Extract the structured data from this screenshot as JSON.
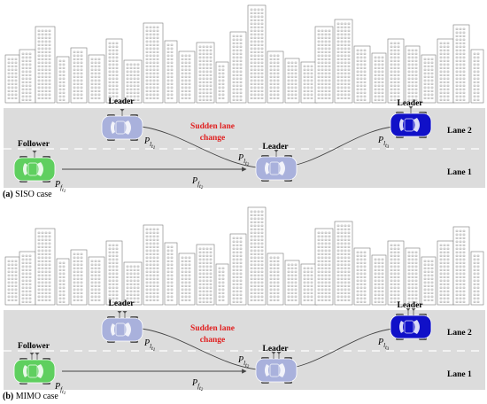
{
  "colors": {
    "road": "#dcdcdc",
    "lane_divider": "#f2f2f2",
    "building": "#7a7a7a",
    "follower_car": "#5fcf5f",
    "leader_faded": "#a9b1dc",
    "leader_active": "#1010c8",
    "highlight_text": "#e02020"
  },
  "panels": [
    {
      "caption_tag": "(a)",
      "caption_text": "SISO case",
      "antennas": 1,
      "labels": {
        "leader_top": "Leader",
        "leader_mid": "Leader",
        "leader_right": "Leader",
        "follower": "Follower",
        "sudden_line1": "Sudden lane",
        "sudden_line2": "change",
        "lane2": "Lane 2",
        "lane1": "Lane 1"
      }
    },
    {
      "caption_tag": "(b)",
      "caption_text": "MIMO case",
      "antennas": 2,
      "labels": {
        "leader_top": "Leader",
        "leader_mid": "Leader",
        "leader_right": "Leader",
        "follower": "Follower",
        "sudden_line1": "Sudden lane",
        "sudden_line2": "change",
        "lane2": "Lane 2",
        "lane1": "Lane 1"
      }
    }
  ],
  "math": {
    "P": "P",
    "sub_f": "f",
    "sub_l": "l",
    "t": "t",
    "n1": "1",
    "n2": "2",
    "n3": "3"
  }
}
